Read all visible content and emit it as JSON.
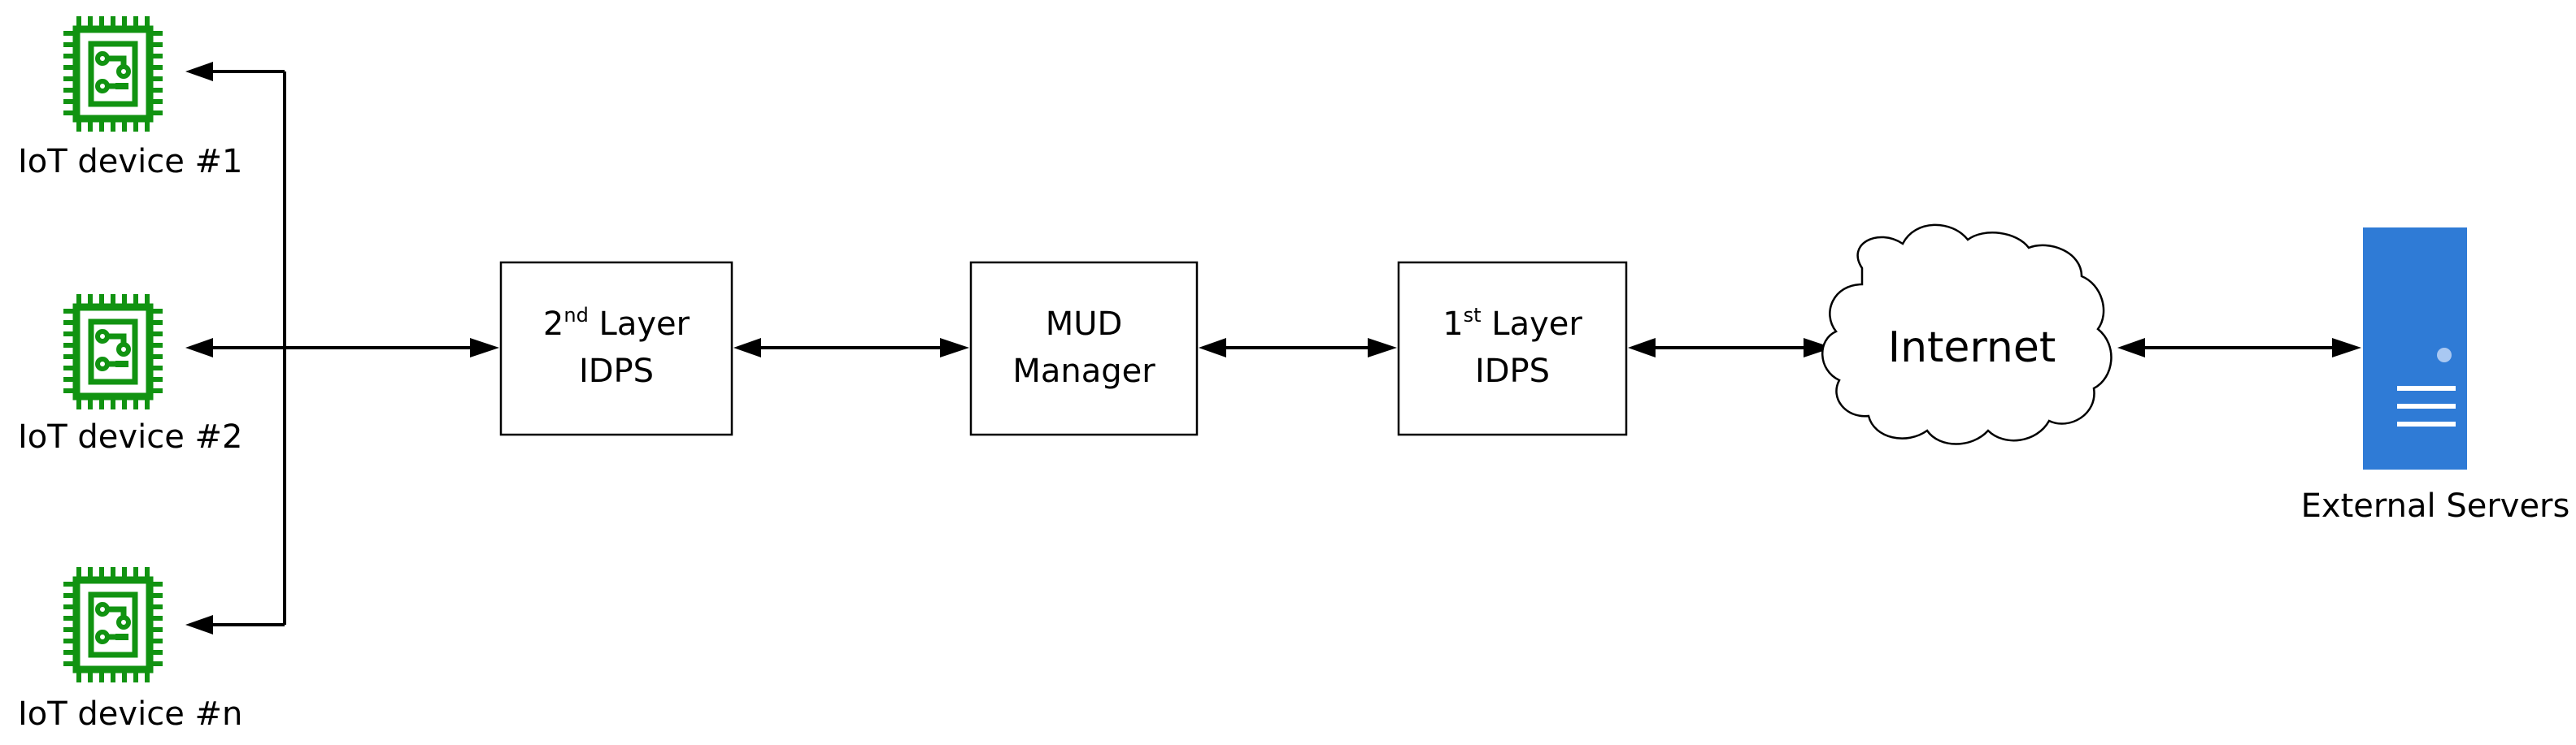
{
  "devices": [
    {
      "label": "IoT device #1"
    },
    {
      "label": "IoT device #2"
    },
    {
      "label": "IoT device #n"
    }
  ],
  "boxes": {
    "second_layer": {
      "line1_base": "2",
      "line1_sup": "nd",
      "line1_rest": " Layer",
      "line2": "IDPS"
    },
    "mud_manager": {
      "line1": "MUD",
      "line2": "Manager"
    },
    "first_layer": {
      "line1_base": "1",
      "line1_sup": "st",
      "line1_rest": " Layer",
      "line2": "IDPS"
    }
  },
  "cloud": {
    "label": "Internet"
  },
  "server": {
    "label": "External Servers"
  },
  "colors": {
    "device_icon": "#119311",
    "server_body": "#2F7BD6",
    "server_light": "#A9C8F2",
    "lines": "#000000"
  },
  "icons": {
    "device": "microchip-icon",
    "cloud": "cloud-icon",
    "server": "server-tower-icon"
  }
}
